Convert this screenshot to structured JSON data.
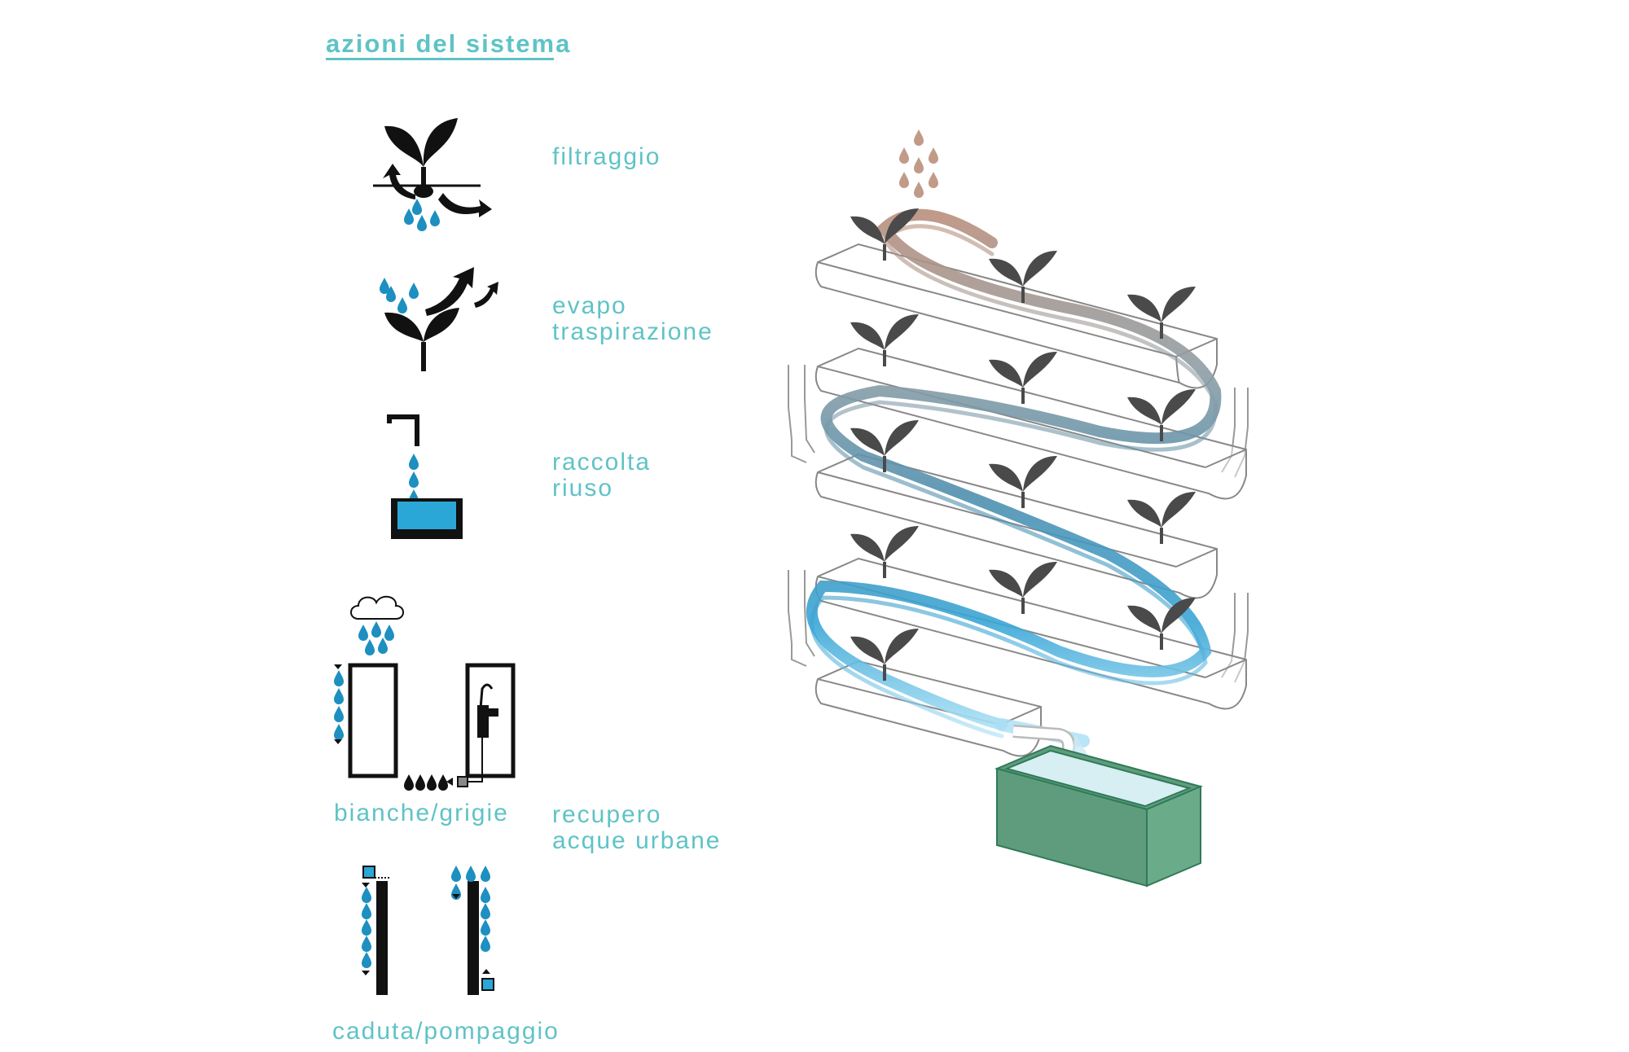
{
  "title": "azioni del sistema",
  "actions": [
    {
      "id": "filtraggio",
      "lines": [
        "filtraggio"
      ]
    },
    {
      "id": "evapotraspirazione",
      "lines": [
        "evapo",
        "traspirazione"
      ]
    },
    {
      "id": "raccolta-riuso",
      "lines": [
        "raccolta",
        "riuso"
      ]
    },
    {
      "id": "recupero",
      "lines": [
        "recupero",
        "acque urbane"
      ]
    }
  ],
  "sublabels": {
    "bianche_grigie": "bianche/grigie",
    "caduta_pompaggio": "caduta/pompaggio"
  },
  "colors": {
    "accent": "#5fc3c6",
    "water_blue": "#29a8d8",
    "tank_green": "#5f9c7d",
    "rain_brown": "#c29a88",
    "plant": "#4a4a4a"
  }
}
